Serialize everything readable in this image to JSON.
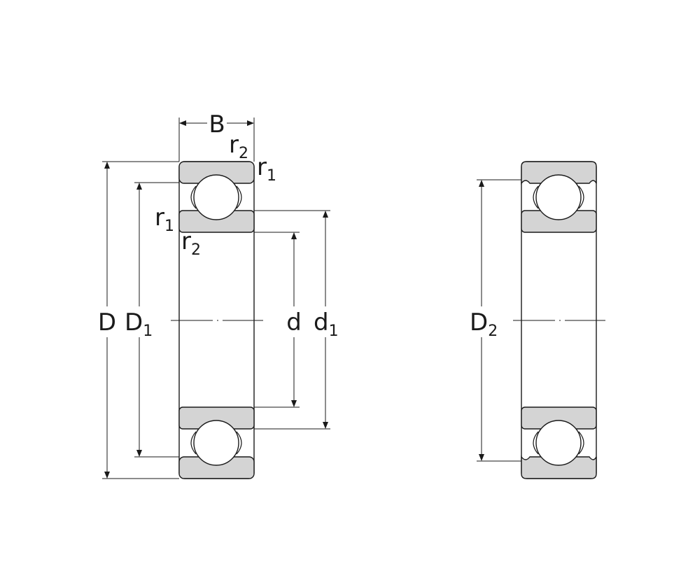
{
  "labels": {
    "B": "B",
    "D": "D",
    "D1_main": "D",
    "D1_sub": "1",
    "d": "d",
    "d1_main": "d",
    "d1_sub": "1",
    "D2_main": "D",
    "D2_sub": "2",
    "r_main": "r",
    "r1_sub": "1",
    "r2_sub": "2"
  }
}
